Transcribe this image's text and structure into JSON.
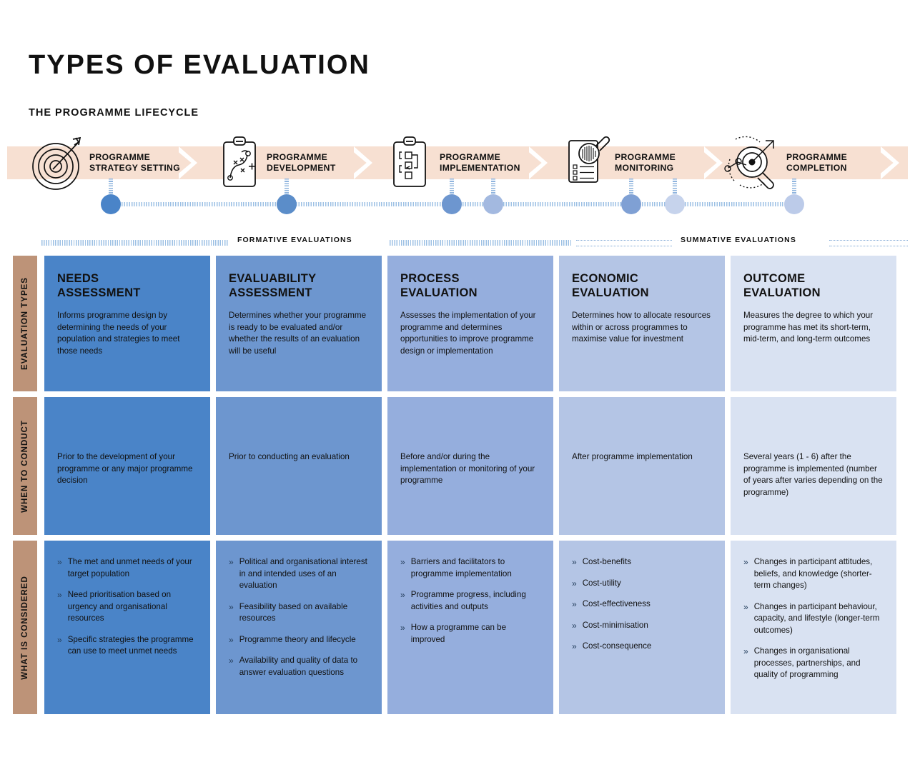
{
  "page": {
    "title": "TYPES OF EVALUATION",
    "subtitle": "THE PROGRAMME LIFECYCLE"
  },
  "colors": {
    "band": "#f7e0d2",
    "row_label": "#bd9378",
    "col1": "#4a84c8",
    "col2": "#6d96cf",
    "col3": "#95aedd",
    "col4": "#b4c5e5",
    "col5": "#d9e2f2",
    "timeline_dot": "#5b8dc9"
  },
  "lifecycle": {
    "stages": [
      {
        "icon": "target-icon",
        "label": "PROGRAMME\nSTRATEGY SETTING"
      },
      {
        "icon": "clipboard-strategy-icon",
        "label": "PROGRAMME\nDEVELOPMENT"
      },
      {
        "icon": "clipboard-flowchart-icon",
        "label": "PROGRAMME\nIMPLEMENTATION"
      },
      {
        "icon": "document-magnifier-icon",
        "label": "PROGRAMME\nMONITORING"
      },
      {
        "icon": "target-magnifier-arrow-icon",
        "label": "PROGRAMME\nCOMPLETION"
      }
    ]
  },
  "eval_header": {
    "formative": "FORMATIVE EVALUATIONS",
    "summative": "SUMMATIVE EVALUATIONS"
  },
  "matrix": {
    "row_labels": [
      "EVALUATION TYPES",
      "WHEN TO CONDUCT",
      "WHAT IS CONSIDERED"
    ],
    "columns": [
      {
        "title": "NEEDS\nASSESSMENT",
        "description": "Informs programme design by determining the needs of your population and strategies to meet those needs",
        "when": "Prior to the development of your programme or any major programme decision",
        "considered": [
          "The met and unmet needs of your target population",
          "Need prioritisation based on urgency and organisational resources",
          "Specific strategies the programme can use to meet unmet needs"
        ]
      },
      {
        "title": "EVALUABILITY\nASSESSMENT",
        "description": "Determines whether your programme is ready to be evaluated and/or whether the results of an evaluation will be useful",
        "when": "Prior to conducting an evaluation",
        "considered": [
          "Political and organisational interest in and intended uses of an evaluation",
          "Feasibility based on available resources",
          "Programme theory and lifecycle",
          "Availability and quality of data to answer evaluation questions"
        ]
      },
      {
        "title": "PROCESS\nEVALUATION",
        "description": "Assesses the implementation of your programme and determines opportunities to improve programme design or implementation",
        "when": "Before and/or during the implementation or monitoring of your programme",
        "considered": [
          "Barriers and facilitators to programme implementation",
          "Programme progress, including activities and outputs",
          "How a programme can be improved"
        ]
      },
      {
        "title": "ECONOMIC\nEVALUATION",
        "description": "Determines how to allocate resources within or across programmes to maximise value for investment",
        "when": "After programme implementation",
        "considered": [
          "Cost-benefits",
          "Cost-utility",
          "Cost-effectiveness",
          "Cost-minimisation",
          "Cost-consequence"
        ]
      },
      {
        "title": "OUTCOME\nEVALUATION",
        "description": "Measures the degree to which your programme has met its short-term, mid-term, and long-term outcomes",
        "when": "Several years (1 - 6) after the programme is implemented (number of years after varies depending on the programme)",
        "considered": [
          "Changes in participant attitudes, beliefs, and knowledge (shorter-term changes)",
          "Changes in participant behaviour, capacity, and lifestyle (longer-term outcomes)",
          "Changes in organisational processes, partnerships, and quality of programming"
        ]
      }
    ]
  }
}
